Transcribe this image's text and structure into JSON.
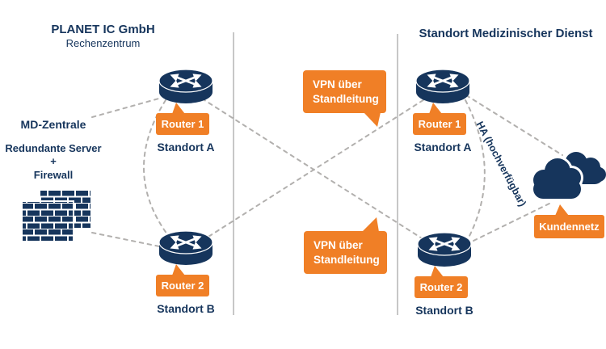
{
  "colors": {
    "navy": "#16355C",
    "orange": "#F07F26",
    "dash_gray": "#B2B0AE",
    "divider_gray": "#8F8F8F"
  },
  "left_zone": {
    "title": "PLANET IC GmbH",
    "subtitle": "Rechenzentrum",
    "datacenter": {
      "name": "MD-Zentrale",
      "description_line1": "Redundante Server",
      "description_line2": "+",
      "description_line3": "Firewall"
    },
    "routers": [
      {
        "label": "Router 1",
        "site": "Standort A"
      },
      {
        "label": "Router 2",
        "site": "Standort B"
      }
    ]
  },
  "right_zone": {
    "title": "Standort Medizinischer Dienst",
    "routers": [
      {
        "label": "Router 1",
        "site": "Standort A"
      },
      {
        "label": "Router 2",
        "site": "Standort B"
      }
    ],
    "ha_link_label": "HA (hochverfügbar)",
    "cloud_label": "Kundennetz"
  },
  "vpn_links": {
    "top": "VPN über Standleitung",
    "bottom": "VPN über Standleitung"
  }
}
